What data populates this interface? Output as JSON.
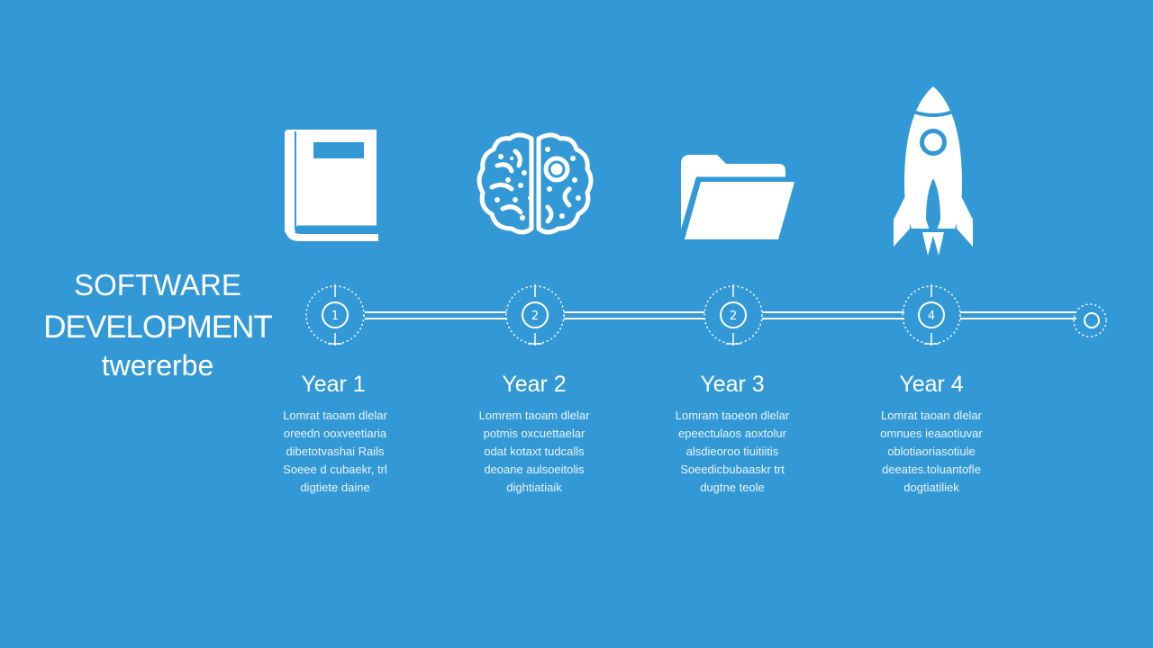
{
  "title": {
    "line1": "SOFTWARE",
    "line2": "DEVELOPMENT",
    "line3": "twererbe"
  },
  "colors": {
    "background": "#3399d6",
    "foreground": "#ffffff"
  },
  "milestones": [
    {
      "icon": "book-icon",
      "node_number": "1",
      "year": "Year 1",
      "desc": [
        "Lomrat taoam dlelar",
        "oreedn ooxveetiaria",
        "dibetotvashai Rails",
        "Soeee d cubaekr, trl",
        "digtiete daine"
      ]
    },
    {
      "icon": "brain-icon",
      "node_number": "2",
      "year": "Year 2",
      "desc": [
        "Lomrem taoam dlelar",
        "potmis oxcuettaelar",
        "odat kotaxt tudcalls",
        "deoane aulsoeitolis",
        "dightiatiaik"
      ]
    },
    {
      "icon": "folder-icon",
      "node_number": "2",
      "year": "Year 3",
      "desc": [
        "Lomram taoeon dlelar",
        "epeectulaos aoxtolur",
        "alsdieoroo tiuitiitis",
        "Soeedicbubaaskr trt",
        "dugtne teole"
      ]
    },
    {
      "icon": "rocket-icon",
      "node_number": "4",
      "year": "Year 4",
      "desc": [
        "Lomrat taoan dlelar",
        "omnues ieaaotiuvar",
        "oblotiaoriasotiule",
        "deeates.toluantofle",
        "dogtiatiliek"
      ]
    }
  ]
}
